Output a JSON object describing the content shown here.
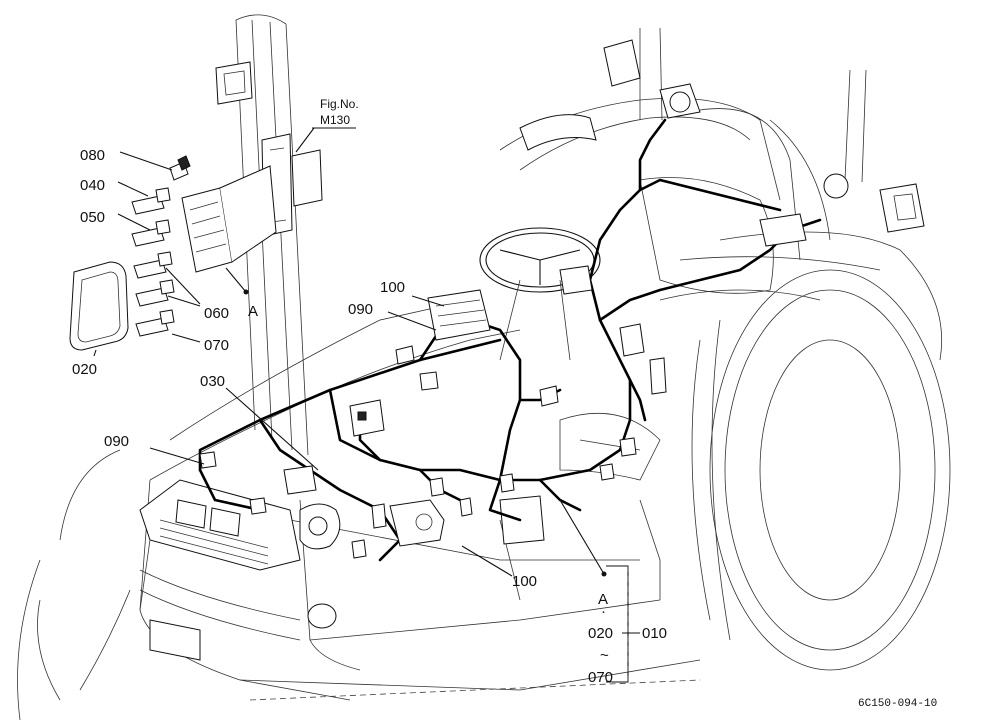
{
  "figure_ref": {
    "line1": "Fig.No.",
    "line2": "M130"
  },
  "callouts": {
    "c080": "080",
    "c040": "040",
    "c050": "050",
    "c060": "060",
    "c070": "070",
    "c020": "020",
    "detail_a": "A",
    "c100_top": "100",
    "c090_top": "090",
    "c030": "030",
    "c090_left": "090",
    "c100_bottom": "100"
  },
  "legend": {
    "ref_a": "A",
    "dot": "·",
    "range_start": "020",
    "range_tilde": "~",
    "range_end": "070",
    "item": "010"
  },
  "drawing_code": "6C150-094-10"
}
